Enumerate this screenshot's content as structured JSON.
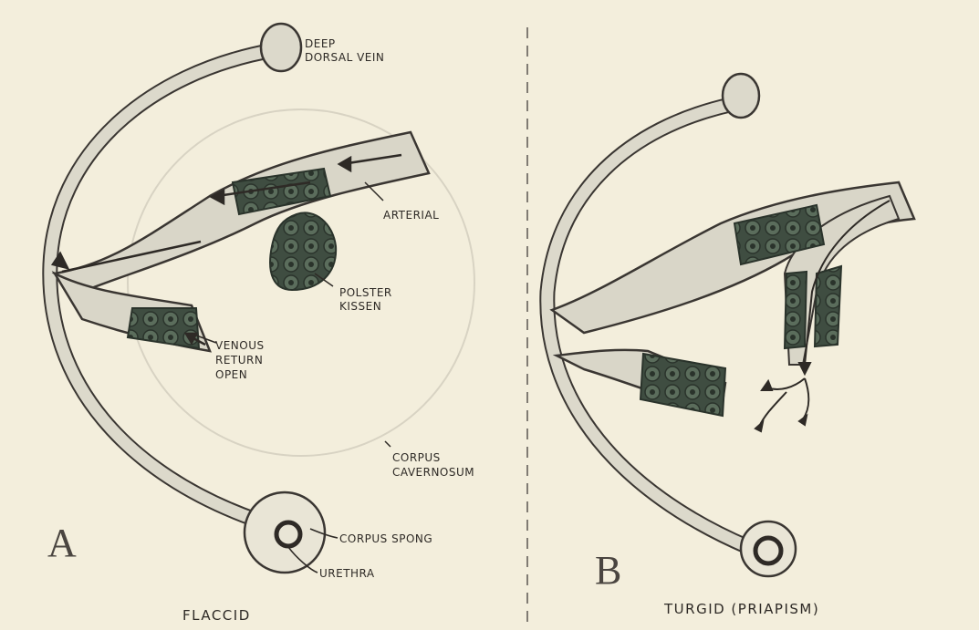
{
  "panel_a": {
    "letter": "A",
    "caption": "FLACCID",
    "labels": {
      "deep_dorsal_vein_line1": "DEEP",
      "deep_dorsal_vein_line2": "DORSAL VEIN",
      "arterial": "ARTERIAL",
      "polster_line1": "POLSTER",
      "polster_line2": "KISSEN",
      "venous_line1": "VENOUS",
      "venous_line2": "RETURN",
      "venous_line3": "OPEN",
      "corpus_cav_line1": "CORPUS",
      "corpus_cav_line2": "CAVERNOSUM",
      "corpus_spong": "CORPUS SPONG",
      "urethra": "URETHRA"
    }
  },
  "panel_b": {
    "letter": "B",
    "caption": "TURGID (PRIAPISM)"
  },
  "colors": {
    "paper": "#f3eedc",
    "vessel_fill": "#d9d6c8",
    "ink": "#2e2a26",
    "cell_fill": "#4b5a4c"
  }
}
